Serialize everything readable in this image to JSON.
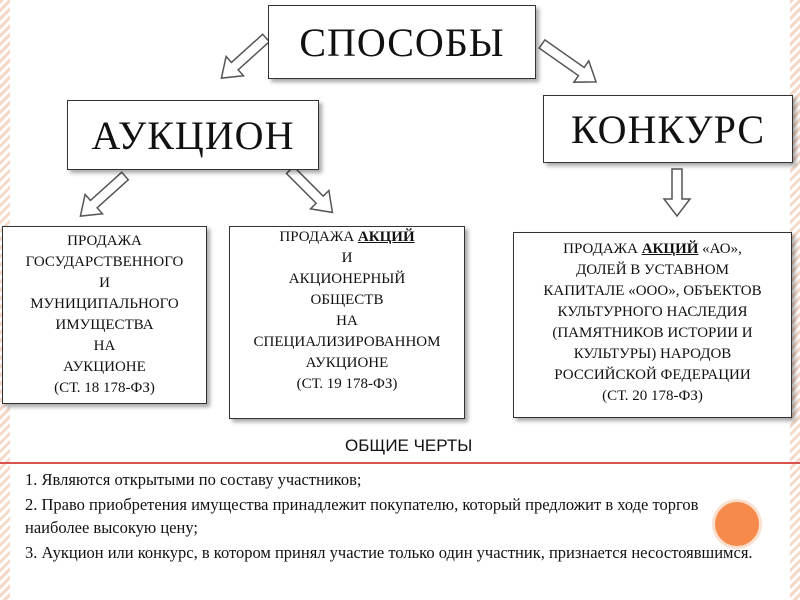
{
  "nodes": {
    "root": "СПОСОБЫ",
    "auction": "АУКЦИОН",
    "contest": "КОНКУРС"
  },
  "leaf_left": {
    "lines": [
      "Продажа",
      "государственного",
      "и",
      "муниципального",
      "имущества",
      "на",
      "аукционе",
      "(ст. 18 178-ФЗ)"
    ]
  },
  "leaf_middle": {
    "line1_pre": "продажа ",
    "line1_u": "акций",
    "lines": [
      "и",
      "акционерный",
      "обществ",
      "на",
      "специализированном",
      "аукционе",
      "(ст. 19 178-ФЗ)"
    ]
  },
  "leaf_right": {
    "line1_pre": "продажа ",
    "line1_u": "акций",
    "line1_post": " «АО»,",
    "lines": [
      "долей в уставном",
      "капитале «ООО», объектов",
      "культурного наследия",
      "(памятников истории и",
      "культуры) народов",
      "Российской Федерации",
      "(ст. 20 178-ФЗ)"
    ]
  },
  "common": {
    "title": "ОБЩИЕ ЧЕРТЫ",
    "items": [
      "1. Являются открытыми по составу участников;",
      "2. Право  приобретения имущества принадлежит покупателю, который предложит в ходе торгов наиболее высокую цену;",
      "3. Аукцион или конкурс, в котором принял участие только один участник, признается несостоявшимся."
    ]
  },
  "colors": {
    "accent_line": "#d9534f",
    "circle": "#f58a4b"
  }
}
